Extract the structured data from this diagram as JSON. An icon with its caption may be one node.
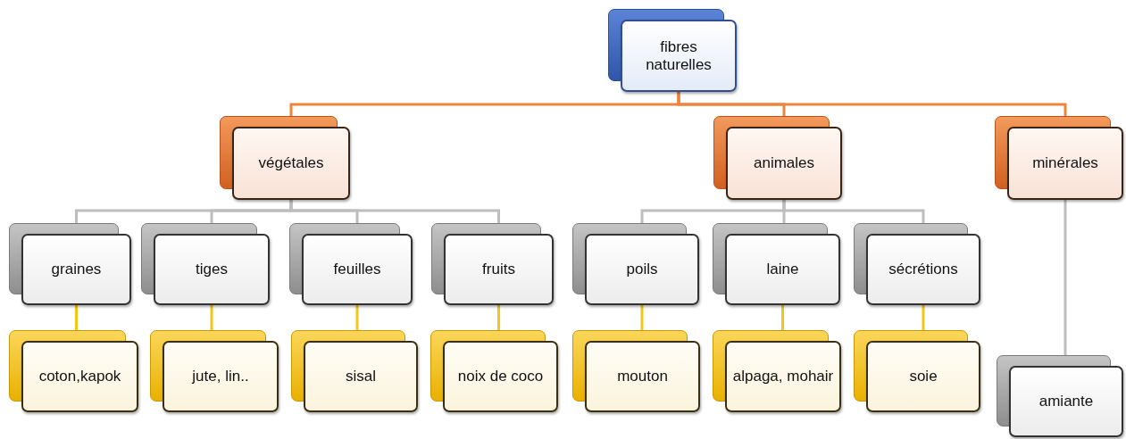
{
  "diagram": {
    "nodes": [
      {
        "text": [
          "fibres naturelles"
        ]
      },
      {
        "text": [
          "végétales"
        ]
      },
      {
        "text": [
          "animales"
        ]
      },
      {
        "text": [
          "minérales"
        ]
      },
      {
        "text": [
          "graines"
        ]
      },
      {
        "text": [
          "tiges"
        ]
      },
      {
        "text": [
          "feuilles"
        ]
      },
      {
        "text": [
          "fruits"
        ]
      },
      {
        "text": [
          "poils"
        ]
      },
      {
        "text": [
          "laine"
        ]
      },
      {
        "text": [
          "sécrétions"
        ]
      },
      {
        "text": [
          "coton,kapok"
        ]
      },
      {
        "text": [
          "jute, lin.."
        ]
      },
      {
        "text": [
          "sisal"
        ]
      },
      {
        "text": [
          "noix de coco"
        ]
      },
      {
        "text": [
          "mouton"
        ]
      },
      {
        "text": [
          "alpaga, mohair"
        ]
      },
      {
        "text": [
          "soie"
        ]
      },
      {
        "text": [
          "amiante"
        ]
      }
    ],
    "edges": [
      {
        "from": 0,
        "to": 1,
        "arrow": "none",
        "color": "#f0843c"
      },
      {
        "from": 0,
        "to": 2,
        "arrow": "none",
        "color": "#f0843c"
      },
      {
        "from": 0,
        "to": 3,
        "arrow": "none",
        "color": "#f0843c"
      },
      {
        "from": 1,
        "to": 4,
        "arrow": "none"
      },
      {
        "from": 1,
        "to": 5,
        "arrow": "none"
      },
      {
        "from": 1,
        "to": 6,
        "arrow": "none"
      },
      {
        "from": 1,
        "to": 7,
        "arrow": "none"
      },
      {
        "from": 2,
        "to": 8,
        "arrow": "none"
      },
      {
        "from": 2,
        "to": 9,
        "arrow": "none"
      },
      {
        "from": 2,
        "to": 10,
        "arrow": "none"
      },
      {
        "from": 3,
        "to": 18,
        "arrow": "none"
      },
      {
        "from": 4,
        "to": 11,
        "arrow": "none",
        "color": "#f5c518"
      },
      {
        "from": 5,
        "to": 12,
        "arrow": "none",
        "color": "#f5c518"
      },
      {
        "from": 6,
        "to": 13,
        "arrow": "none",
        "color": "#f5c518"
      },
      {
        "from": 7,
        "to": 14,
        "arrow": "none",
        "color": "#f5c518"
      },
      {
        "from": 8,
        "to": 15,
        "arrow": "none",
        "color": "#f5c518"
      },
      {
        "from": 9,
        "to": 16,
        "arrow": "none",
        "color": "#f5c518"
      },
      {
        "from": 10,
        "to": 17,
        "arrow": "none",
        "color": "#f5c518"
      }
    ]
  }
}
